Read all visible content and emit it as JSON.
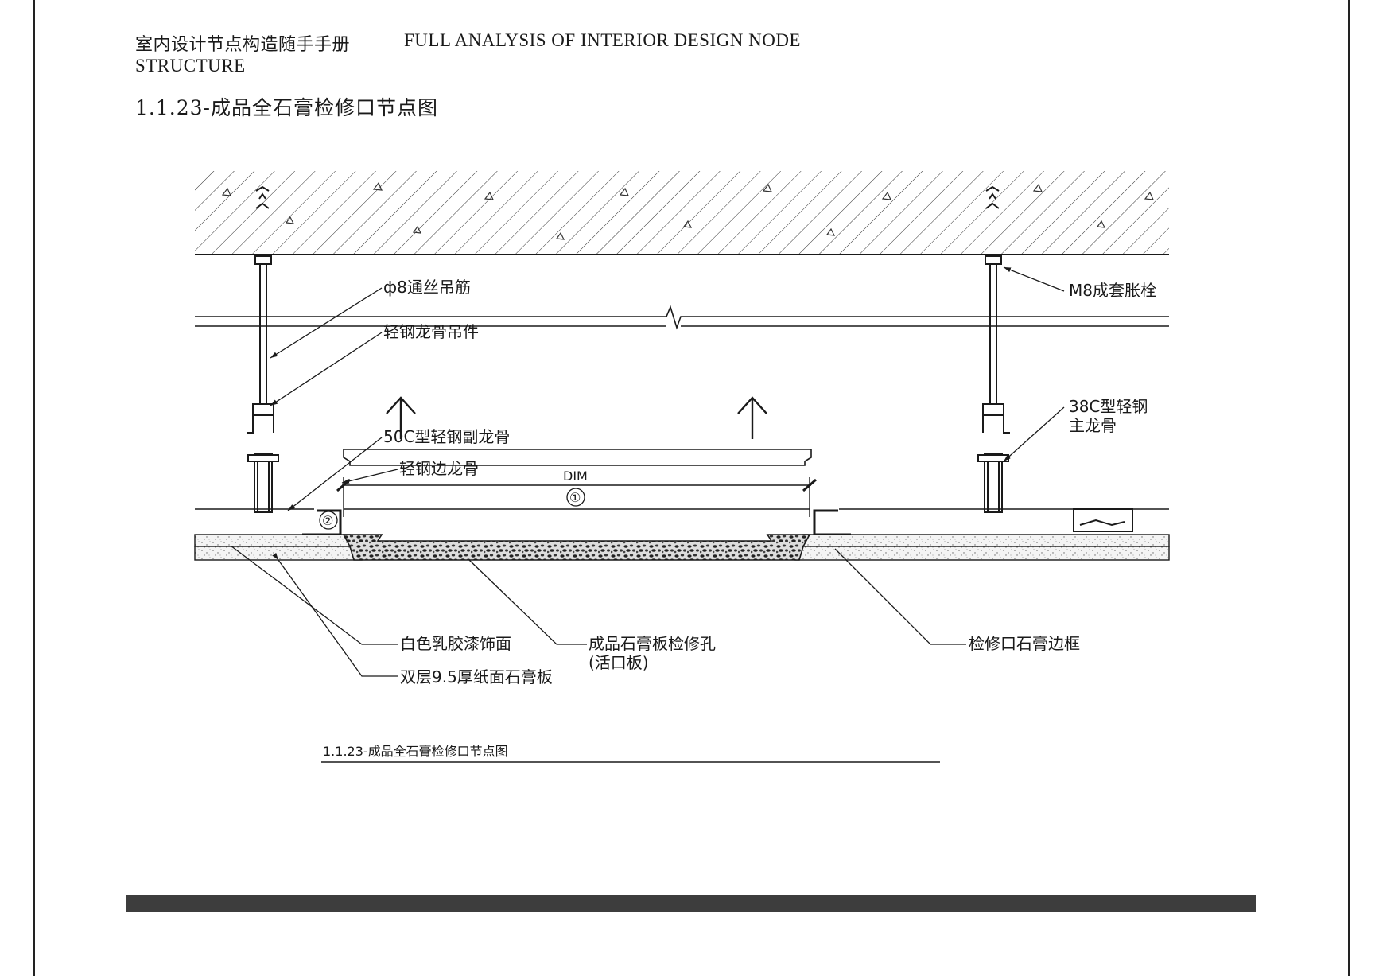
{
  "header": {
    "title_cn": "室内设计节点构造随手手册",
    "title_en_line1": "FULL ANALYSIS OF INTERIOR DESIGN NODE",
    "title_en_line2": "STRUCTURE"
  },
  "page_title": "1.1.23-成品全石膏检修口节点图",
  "diagram": {
    "caption": "1.1.23-成品全石膏检修口节点图",
    "dimension_label": "DIM",
    "markers": {
      "one": "①",
      "two": "②"
    },
    "labels": {
      "rod": "ф8通丝吊筋",
      "anchor": "M8成套胀栓",
      "hanger": "轻钢龙骨吊件",
      "main_keel_line1": "38C型轻钢",
      "main_keel_line2": "主龙骨",
      "sub_keel": "50C型轻钢副龙骨",
      "edge_keel": "轻钢边龙骨",
      "paint": "白色乳胶漆饰面",
      "board": "双层9.5厚纸面石膏板",
      "access_panel_line1": "成品石膏板检修孔",
      "access_panel_line2": "(活口板)",
      "frame": "检修口石膏边框"
    }
  },
  "colors": {
    "line": "#1a1a1a",
    "bar": "#3d3d3d",
    "background": "#ffffff"
  }
}
